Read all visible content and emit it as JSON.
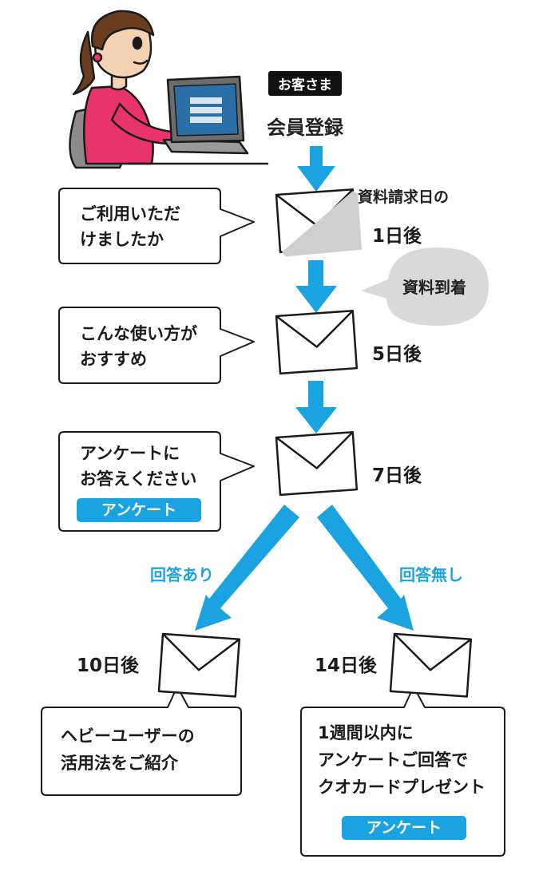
{
  "header": {
    "customer_tag": "お客さま",
    "signup_label": "会員登録"
  },
  "steps": [
    {
      "day_prefix": "資料請求日の",
      "day": "1日後",
      "message_line1": "ご利用いただ",
      "message_line2": "けましたか"
    },
    {
      "day": "5日後",
      "message_line1": "こんな使い方が",
      "message_line2": "おすすめ"
    },
    {
      "day": "7日後",
      "message_line1": "アンケートに",
      "message_line2": "お答えください",
      "button": "アンケート"
    }
  ],
  "arrival_bubble": "資料到着",
  "branches": {
    "answered": {
      "label": "回答あり",
      "day": "10日後",
      "message_line1": "ヘビーユーザーの",
      "message_line2": "活用法をご紹介"
    },
    "unanswered": {
      "label": "回答無し",
      "day": "14日後",
      "message_line1": "1週間以内に",
      "message_line2": "アンケートご回答で",
      "message_line3": "クオカードプレゼント",
      "button": "アンケート"
    }
  },
  "colors": {
    "accent": "#1aa3e0",
    "bubble_gray": "#d9d9d9",
    "tag_black": "#111111"
  },
  "icons": [
    "envelope-icon",
    "person-at-laptop-illustration"
  ]
}
